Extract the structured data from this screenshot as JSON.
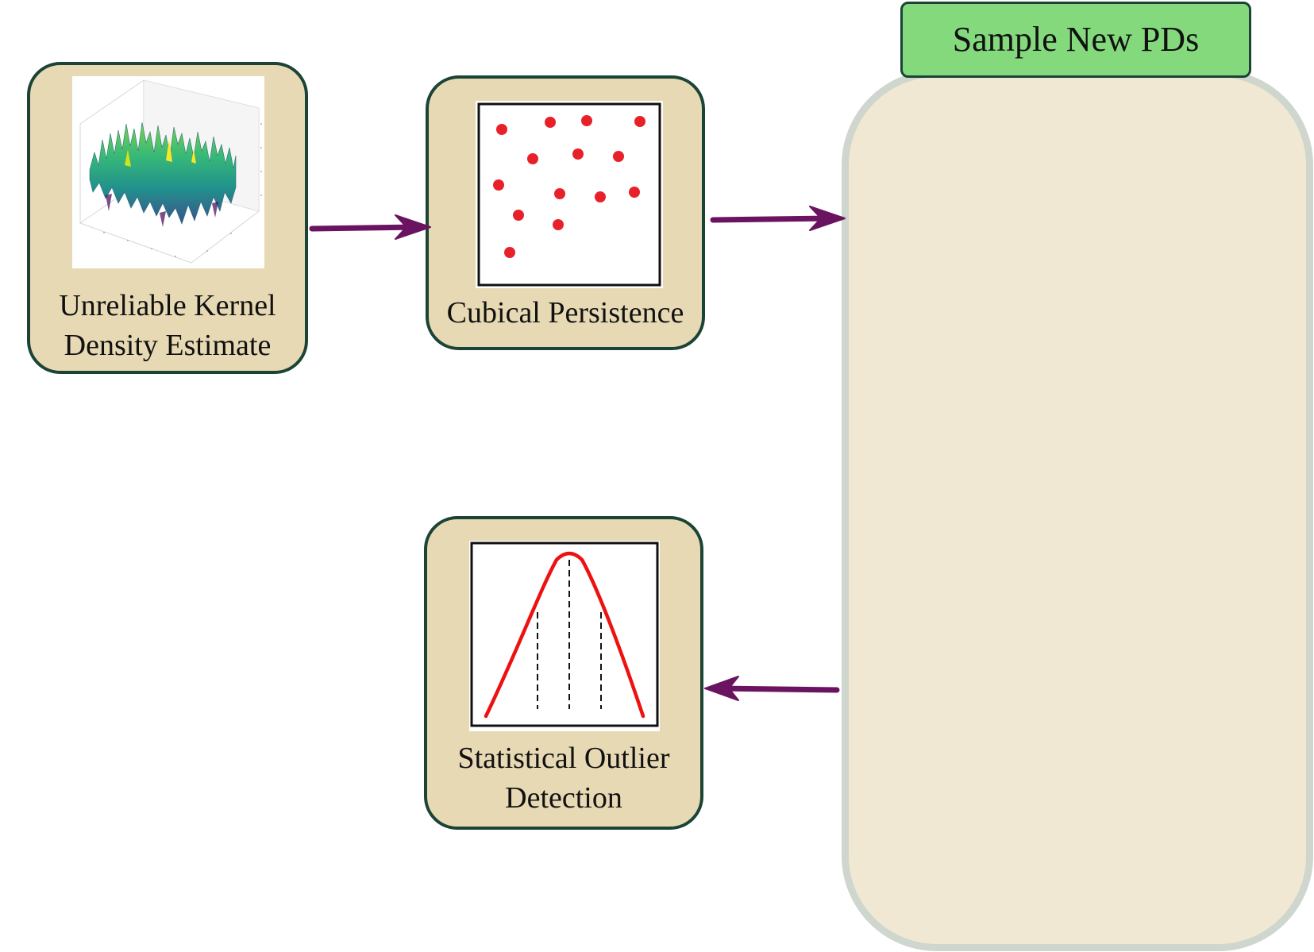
{
  "nodes": {
    "kde": {
      "label_line1": "Unreliable Kernel",
      "label_line2": "Density Estimate",
      "icon": "3d-surface-plot"
    },
    "cubical": {
      "label": "Cubical Persistence",
      "icon": "persistence-diagram-scatter"
    },
    "outlier": {
      "label_line1": "Statistical Outlier",
      "label_line2": "Detection",
      "icon": "bell-curve-plot"
    }
  },
  "panel": {
    "title": "Sample New PDs"
  },
  "colors": {
    "node_fill": "#e8d9b5",
    "node_border": "#1b4436",
    "panel_fill": "#f1e8d4",
    "panel_border": "#cfd6cd",
    "tab_fill": "#84d97d",
    "arrow": "#6a1360",
    "points": "#e8202a"
  },
  "edges": [
    {
      "from": "kde",
      "to": "cubical"
    },
    {
      "from": "cubical",
      "to": "panel"
    },
    {
      "from": "panel",
      "to": "outlier"
    }
  ]
}
